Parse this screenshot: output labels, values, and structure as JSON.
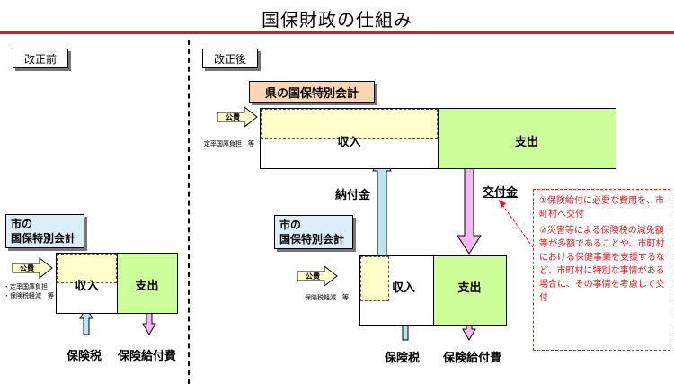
{
  "title": "国保財政の仕組み",
  "before": {
    "tag": "改正前",
    "city_label_1": "市の",
    "city_label_2": "国保特別会計",
    "kouhi": "公費",
    "kouhi_notes": [
      "・定率国庫負担",
      "・保険税軽減　等"
    ],
    "income": "収入",
    "expense": "支出",
    "tax": "保険税",
    "benefit": "保険給付費"
  },
  "after": {
    "tag": "改正後",
    "prefecture_label": "県の国保特別会計",
    "pref_kouhi": "公費",
    "pref_kouhi_note": "定率国庫負担　等",
    "pref_income": "収入",
    "pref_expense": "支出",
    "noufukin": "納付金",
    "koufukin": "交付金",
    "city_label_1": "市の",
    "city_label_2": "国保特別会計",
    "city_kouhi": "公費",
    "city_kouhi_note": "保険税軽減　等",
    "city_income": "収入",
    "city_expense": "支出",
    "tax": "保険税",
    "benefit": "保険給付費"
  },
  "notes": {
    "item1": "①保険給付に必要な費用を、市町村へ交付",
    "item2": "②災害等による保険税の減免額等が多額であることや、市町村における保健事業を支援するなど、市町村に特別な事情がある場合に、その事情を考慮して交付"
  },
  "colors": {
    "title_rule": "#e8141c",
    "label_box": "#dbeef9",
    "prefecture_box": "#fcd5b4",
    "kouhi_area": "#ffffcc",
    "expense_area": "#ccff99",
    "up_arrow": "#bde3f0",
    "down_arrow": "#f4b8f4",
    "note_text": "#e8141c"
  },
  "icons": {
    "kouhi_arrow": "yellow-right-arrow",
    "up_arrow": "light-blue-up-arrow",
    "down_arrow": "pink-down-arrow"
  }
}
